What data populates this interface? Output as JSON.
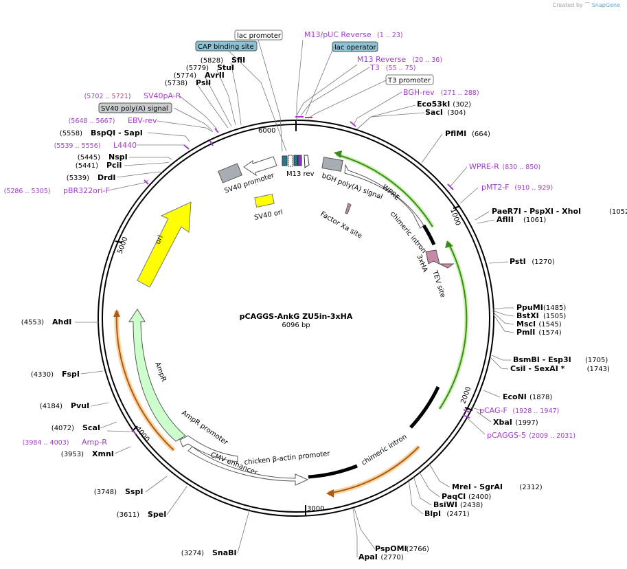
{
  "credit": {
    "created_by": "Created by",
    "brand": "SnapGene"
  },
  "plasmid": {
    "name": "pCAGGS-AnkG ZU5in-3xHA",
    "length_label": "6096 bp",
    "length": 6096
  },
  "ticks": [
    "1000",
    "2000",
    "3000",
    "4000",
    "5000",
    "6000"
  ],
  "sites": [
    {
      "name": "SfiI",
      "pos": "(5828)",
      "bp": 5828,
      "side": "L"
    },
    {
      "name": "StuI",
      "pos": "(5779)",
      "bp": 5779,
      "side": "L"
    },
    {
      "name": "AvrII",
      "pos": "(5774)",
      "bp": 5774,
      "side": "L"
    },
    {
      "name": "PsiI",
      "pos": "(5738)",
      "bp": 5738,
      "side": "L"
    },
    {
      "name": "BspQI   - SapI",
      "pos": "(5558)",
      "bp": 5558,
      "side": "L"
    },
    {
      "name": "NspI",
      "pos": "(5445)",
      "bp": 5445,
      "side": "L"
    },
    {
      "name": "PciI",
      "pos": "(5441)",
      "bp": 5441,
      "side": "L"
    },
    {
      "name": "DrdI",
      "pos": "(5339)",
      "bp": 5339,
      "side": "L"
    },
    {
      "name": "AhdI",
      "pos": "(4553)",
      "bp": 4553,
      "side": "L"
    },
    {
      "name": "FspI",
      "pos": "(4330)",
      "bp": 4330,
      "side": "L"
    },
    {
      "name": "PvuI",
      "pos": "(4184)",
      "bp": 4184,
      "side": "L"
    },
    {
      "name": "ScaI",
      "pos": "(4072)",
      "bp": 4072,
      "side": "L"
    },
    {
      "name": "XmnI",
      "pos": "(3953)",
      "bp": 3953,
      "side": "L"
    },
    {
      "name": "SspI",
      "pos": "(3748)",
      "bp": 3748,
      "side": "L"
    },
    {
      "name": "SpeI",
      "pos": "(3611)",
      "bp": 3611,
      "side": "L"
    },
    {
      "name": "SnaBI",
      "pos": "(3274)",
      "bp": 3274,
      "side": "L"
    },
    {
      "name": "Eco53kI",
      "pos": "(302)",
      "bp": 302,
      "side": "R"
    },
    {
      "name": "SacI",
      "pos": "(304)",
      "bp": 304,
      "side": "R"
    },
    {
      "name": "PflMI",
      "pos": "(664)",
      "bp": 664,
      "side": "R"
    },
    {
      "name": "PaeR7I   - PspXI   - XhoI",
      "pos": "(1052)",
      "bp": 1052,
      "side": "R"
    },
    {
      "name": "AflII",
      "pos": "(1061)",
      "bp": 1061,
      "side": "R"
    },
    {
      "name": "PstI",
      "pos": "(1270)",
      "bp": 1270,
      "side": "R"
    },
    {
      "name": "PpuMI",
      "pos": "(1485)",
      "bp": 1485,
      "side": "R"
    },
    {
      "name": "BstXI",
      "pos": "(1505)",
      "bp": 1505,
      "side": "R"
    },
    {
      "name": "MscI",
      "pos": "(1545)",
      "bp": 1545,
      "side": "R"
    },
    {
      "name": "PmlI",
      "pos": "(1574)",
      "bp": 1574,
      "side": "R"
    },
    {
      "name": "BsmBI   - Esp3I",
      "pos": "(1705)",
      "bp": 1705,
      "side": "R"
    },
    {
      "name": "CsiI   - SexAI *",
      "pos": "(1743)",
      "bp": 1743,
      "side": "R"
    },
    {
      "name": "EcoNI",
      "pos": "(1878)",
      "bp": 1878,
      "side": "R"
    },
    {
      "name": "XbaI",
      "pos": "(1997)",
      "bp": 1997,
      "side": "R"
    },
    {
      "name": "MreI   - SgrAI",
      "pos": "(2312)",
      "bp": 2312,
      "side": "R"
    },
    {
      "name": "PaqCI",
      "pos": "(2400)",
      "bp": 2400,
      "side": "R"
    },
    {
      "name": "BsiWI",
      "pos": "(2438)",
      "bp": 2438,
      "side": "R"
    },
    {
      "name": "BlpI",
      "pos": "(2471)",
      "bp": 2471,
      "side": "R"
    },
    {
      "name": "PspOMI",
      "pos": "(2766)",
      "bp": 2766,
      "side": "R"
    },
    {
      "name": "ApaI",
      "pos": "(2770)",
      "bp": 2770,
      "side": "R"
    }
  ],
  "primers": [
    {
      "name": "M13/pUC Reverse",
      "range": "(1 .. 23)",
      "bp": 10
    },
    {
      "name": "M13 Reverse",
      "range": "(20 .. 36)",
      "bp": 28
    },
    {
      "name": "T3",
      "range": "(55 .. 75)",
      "bp": 65
    },
    {
      "name": "BGH-rev",
      "range": "(271 .. 288)",
      "bp": 280
    },
    {
      "name": "WPRE-R",
      "range": "(830 .. 850)",
      "bp": 840
    },
    {
      "name": "pMT2-F",
      "range": "(910 .. 929)",
      "bp": 920
    },
    {
      "name": "pCAG-F",
      "range": "(1928 .. 1947)",
      "bp": 1938
    },
    {
      "name": "pCAGGS-5",
      "range": "(2009 .. 2031)",
      "bp": 2020
    },
    {
      "name": "SV40pA-R",
      "range": "(5702 .. 5721)",
      "bp": 5712
    },
    {
      "name": "EBV-rev",
      "range": "(5648 .. 5667)",
      "bp": 5658
    },
    {
      "name": "L4440",
      "range": "(5539 .. 5556)",
      "bp": 5548
    },
    {
      "name": "pBR322ori-F",
      "range": "(5286 .. 5305)",
      "bp": 5296
    },
    {
      "name": "Amp-R",
      "range": "(3984 .. 4003)",
      "bp": 3994
    }
  ],
  "boxed_features": [
    {
      "name": "lac promoter",
      "style": "white"
    },
    {
      "name": "CAP binding site",
      "style": "teal"
    },
    {
      "name": "lac operator",
      "style": "teal"
    },
    {
      "name": "T3 promoter",
      "style": "white"
    },
    {
      "name": "SV40 poly(A) signal",
      "style": "gray"
    }
  ],
  "features": [
    "SV40 promoter",
    "M13 rev",
    "bGH poly(A) signal",
    "WPRE",
    "chimeric intron",
    "Factor Xa site",
    "SV40 ori",
    "3xHA",
    "TEV site",
    "ori",
    "AmpR",
    "AmpR promoter",
    "CMV enhancer",
    "chicken β-actin promoter",
    "chimeric intron"
  ],
  "colors": {
    "primer": "#a33acd",
    "teal_box": "#8cc4d6",
    "gray_box": "#c9ccce",
    "green_arc": "#3b8a1c",
    "orange_arc": "#d9851f",
    "yellow": "#ffff00",
    "ampr": "#ccffcc",
    "pink": "#c58aa8",
    "gray_feat": "#a8adb3"
  }
}
